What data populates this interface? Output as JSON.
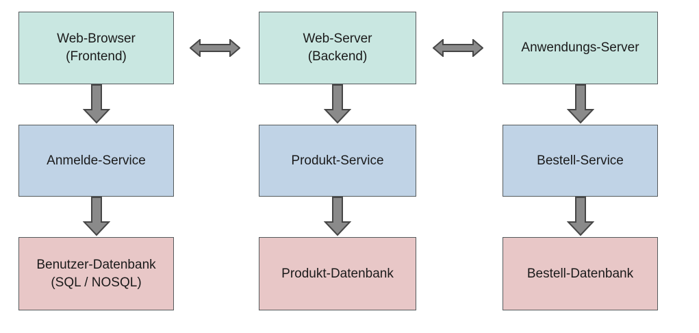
{
  "colors": {
    "background": "#ffffff",
    "tier1_fill": "#c9e7e1",
    "tier2_fill": "#c0d3e6",
    "tier3_fill": "#e8c7c7",
    "box_border": "#54595b",
    "arrow_fill": "#8a8a8a",
    "arrow_border": "#464646",
    "text": "#1a1a1a"
  },
  "nodes": {
    "web_browser": {
      "line1": "Web-Browser",
      "line2": "(Frontend)"
    },
    "web_server": {
      "line1": "Web-Server",
      "line2": "(Backend)"
    },
    "anwendungs_server": {
      "line1": "Anwendungs-Server"
    },
    "anmelde_service": {
      "line1": "Anmelde-Service"
    },
    "produkt_service": {
      "line1": "Produkt-Service"
    },
    "bestell_service": {
      "line1": "Bestell-Service"
    },
    "benutzer_datenbank": {
      "line1": "Benutzer-Datenbank",
      "line2": "(SQL / NOSQL)"
    },
    "produkt_datenbank": {
      "line1": "Produkt-Datenbank"
    },
    "bestell_datenbank": {
      "line1": "Bestell-Datenbank"
    }
  }
}
